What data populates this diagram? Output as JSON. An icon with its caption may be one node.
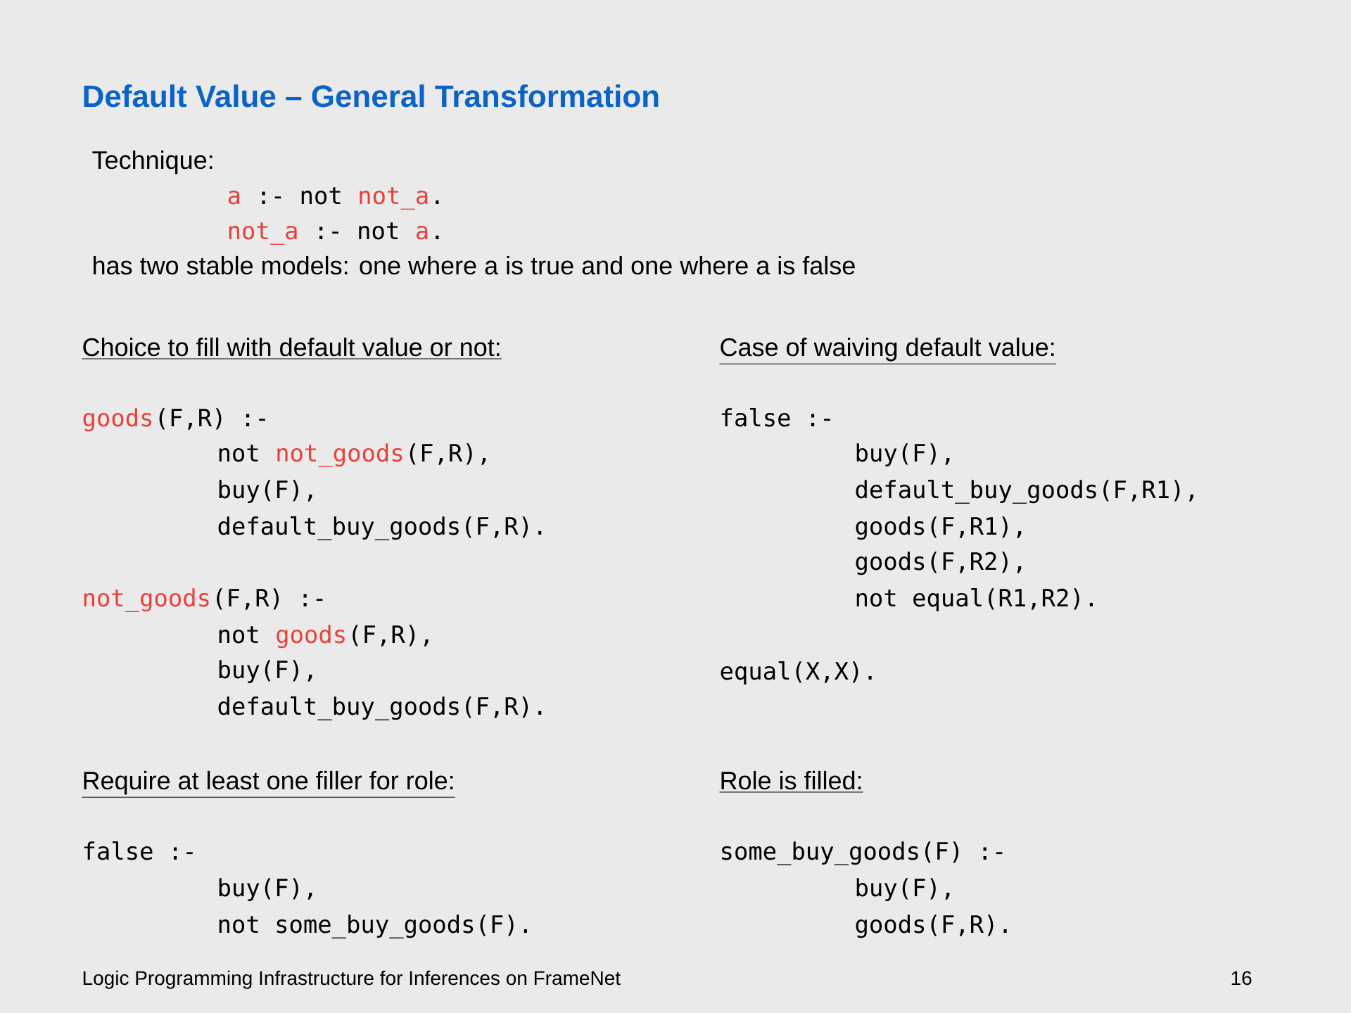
{
  "diagram": {
    "title": "Default Value – General Transformation",
    "labels": [
      "Technique:",
      "a",
      ":- not",
      "not_a",
      ".",
      "not_a",
      ":- not",
      "a",
      ".",
      "has two stable models: one where a is true and one where a is false",
      "Choice to fill with default value or not:",
      "Case of waiving default value:",
      "goods",
      "(F,R) :-",
      "false :-",
      "not",
      "not_goods",
      "(F,R),",
      "buy(F),",
      "buy(F),",
      "default_buy_goods(F,R1),",
      "default_buy_goods(F,R).",
      "goods(F,R1),",
      "goods(F,R2),",
      "not_goods",
      "(F,R) :-",
      "not equal(R1,R2).",
      "not",
      "goods",
      "(F,R),",
      "buy(F),",
      "equal(X,X).",
      "default_buy_goods(F,R).",
      "Require at least one filler for role:",
      "Role is filled:",
      "false :-",
      "some_buy_goods(F) :-",
      "buy(F),",
      "buy(F),",
      "not some_buy_goods(F).",
      "goods(F,R).",
      "Logic Programming Infrastructure for Inferences on FrameNet",
      "16"
    ]
  }
}
